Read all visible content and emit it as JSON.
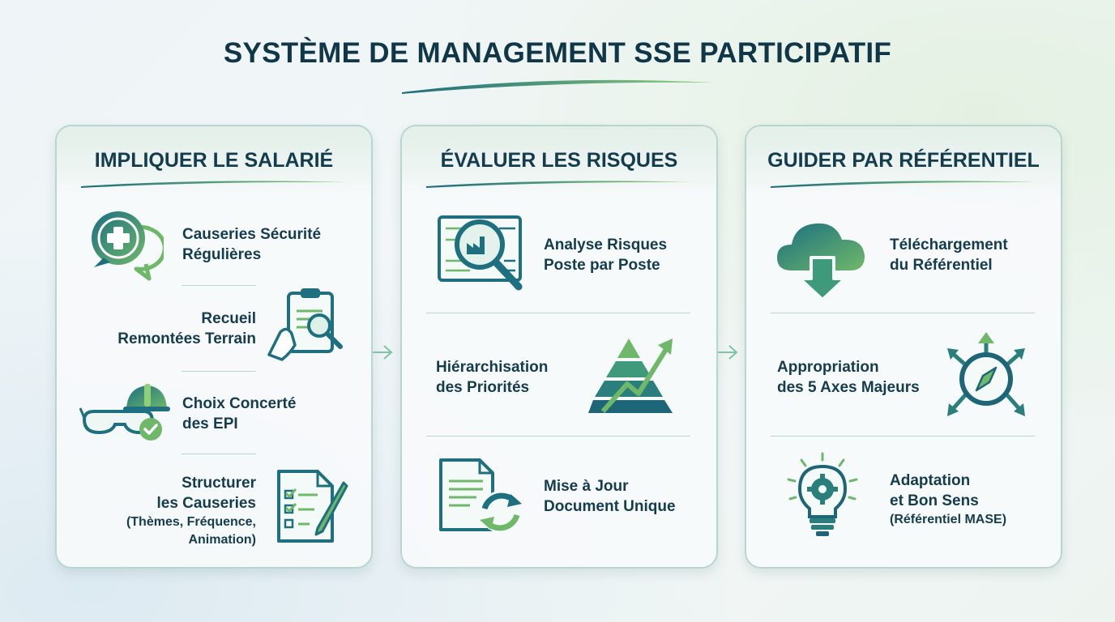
{
  "title": "SYSTÈME DE MANAGEMENT SSE PARTICIPATIF",
  "columns": [
    {
      "heading": "IMPLIQUER LE SALARIÉ",
      "items": [
        {
          "line1": "Causeries Sécurité",
          "line2": "Régulières",
          "icon": "chat-plus-icon"
        },
        {
          "line1": "Recueil",
          "line2": "Remontées Terrain",
          "icon": "clipboard-magnifier-icon"
        },
        {
          "line1": "Choix Concerté",
          "line2": "des EPI",
          "icon": "ppe-helmet-goggles-icon"
        },
        {
          "line1": "Structurer",
          "line2": "les Causeries",
          "line3": "(Thèmes, Fréquence,",
          "line4": "Animation)",
          "icon": "checklist-pen-icon"
        }
      ]
    },
    {
      "heading": "ÉVALUER LES RISQUES",
      "items": [
        {
          "line1": "Analyse Risques",
          "line2": "Poste par Poste",
          "icon": "blueprint-factory-magnifier-icon"
        },
        {
          "line1": "Hiérarchisation",
          "line2": "des Priorités",
          "icon": "pyramid-trend-icon"
        },
        {
          "line1": "Mise à Jour",
          "line2": "Document Unique",
          "icon": "document-refresh-icon"
        }
      ]
    },
    {
      "heading": "GUIDER PAR RÉFÉRENTIEL",
      "items": [
        {
          "line1": "Téléchargement",
          "line2": "du Référentiel",
          "icon": "cloud-download-icon"
        },
        {
          "line1": "Appropriation",
          "line2": "des 5 Axes Majeurs",
          "icon": "compass-arrows-icon"
        },
        {
          "line1": "Adaptation",
          "line2": "et Bon Sens",
          "line3": "(Référentiel MASE)",
          "icon": "lightbulb-gear-icon"
        }
      ]
    }
  ],
  "colors": {
    "dark_teal": "#1f6f7d",
    "green": "#6fb86a",
    "text": "#143c4d"
  }
}
